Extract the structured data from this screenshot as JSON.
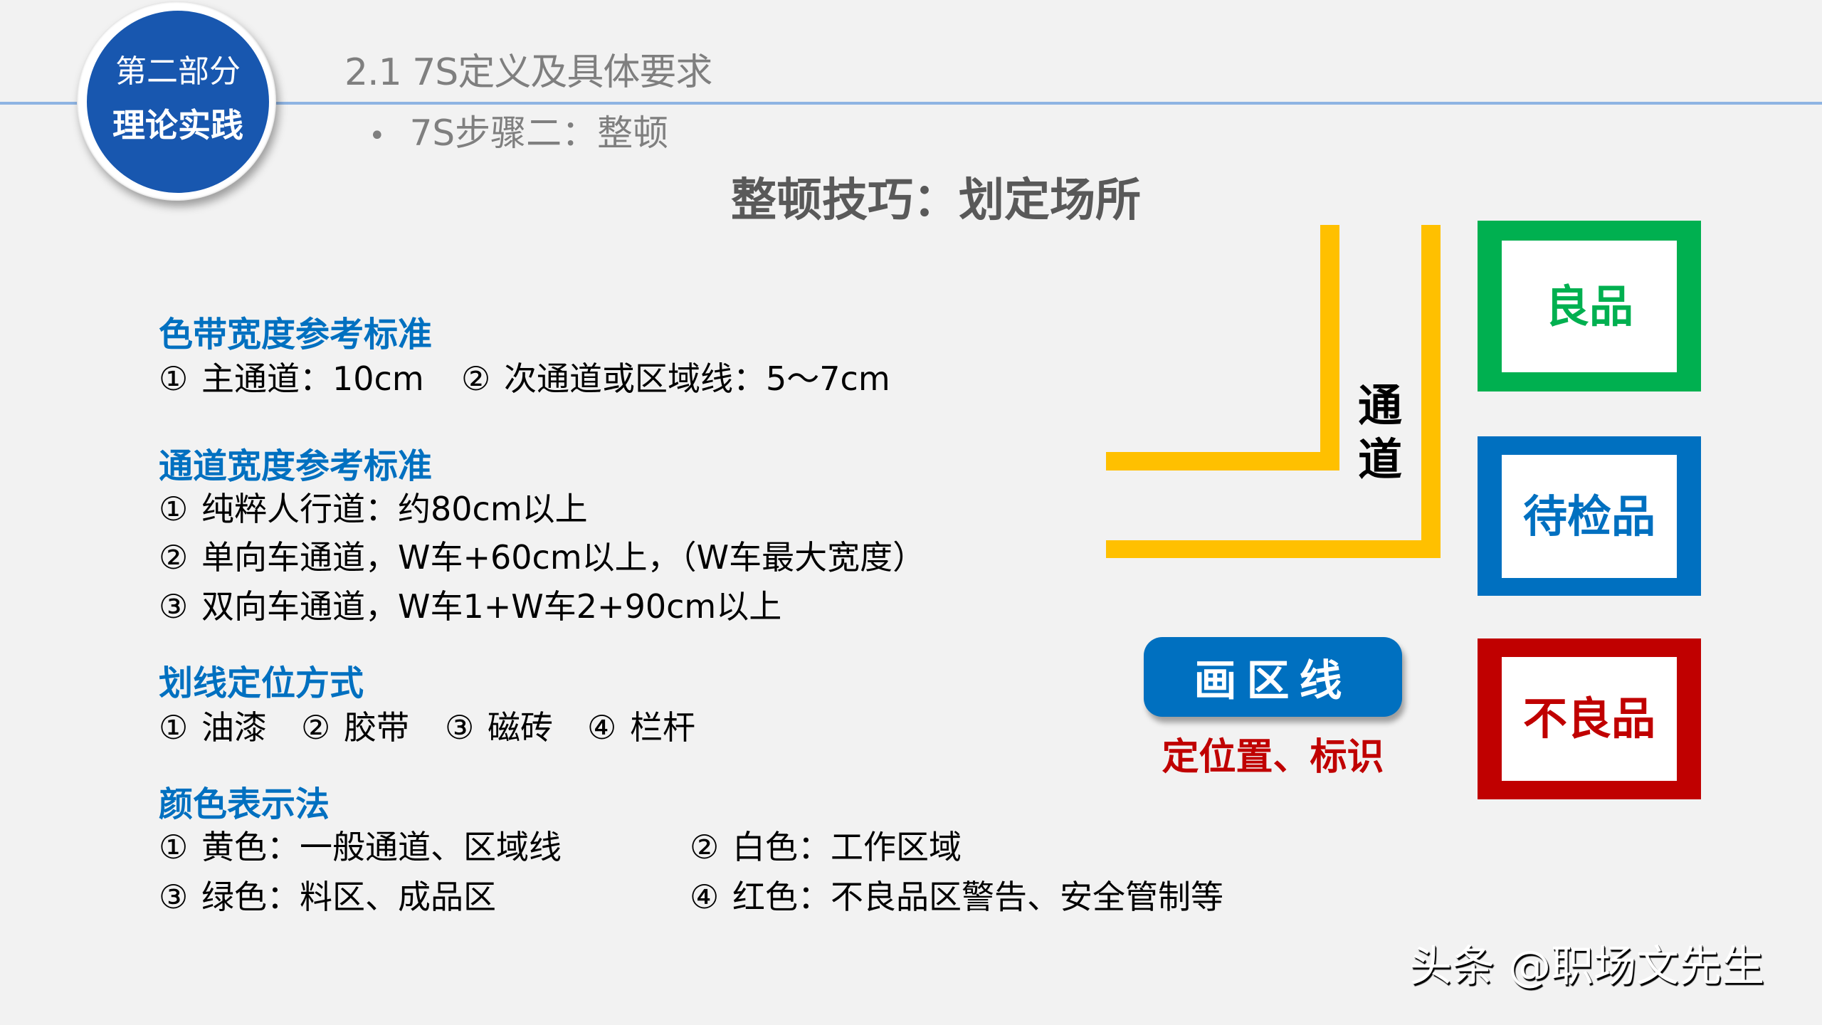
{
  "header": {
    "badge": {
      "line1": "第二部分",
      "line2": "理论实践"
    },
    "section_title": "2.1  7S定义及具体要求",
    "section_sub_bullet": "•",
    "section_sub": "7S步骤二：整顿"
  },
  "main_title": "整顿技巧：划定场所",
  "sections": [
    {
      "heading": "色带宽度参考标准",
      "items": [
        {
          "num": "①",
          "text": "主通道：10cm"
        },
        {
          "num": "②",
          "text": "次通道或区域线：5～7cm"
        }
      ]
    },
    {
      "heading": "通道宽度参考标准",
      "items": [
        {
          "num": "①",
          "text": "纯粹人行道：约80cm以上"
        },
        {
          "num": "②",
          "text": "单向车通道，W车+60cm以上，（W车最大宽度）"
        },
        {
          "num": "③",
          "text": "双向车通道，W车1+W车2+90cm以上"
        }
      ]
    },
    {
      "heading": "划线定位方式",
      "items": [
        {
          "num": "①",
          "text": "油漆"
        },
        {
          "num": "②",
          "text": "胶带"
        },
        {
          "num": "③",
          "text": "磁砖"
        },
        {
          "num": "④",
          "text": "栏杆"
        }
      ]
    },
    {
      "heading": "颜色表示法",
      "items": [
        {
          "num": "①",
          "text": "黄色：一般通道、区域线"
        },
        {
          "num": "②",
          "text": "白色：工作区域"
        },
        {
          "num": "③",
          "text": "绿色：料区、成品区"
        },
        {
          "num": "④",
          "text": "红色：不良品区警告、安全管制等"
        }
      ]
    }
  ],
  "diagram": {
    "aisle_label_1": "通",
    "aisle_label_2": "道",
    "zones": [
      {
        "label": "良品",
        "color": "#00b050"
      },
      {
        "label": "待检品",
        "color": "#0070c0"
      },
      {
        "label": "不良品",
        "color": "#c00000"
      }
    ],
    "aisle_color": "#ffc000",
    "button_label": "画区线",
    "caption": "定位置、标识"
  },
  "watermark": "头条 @职场文先生"
}
